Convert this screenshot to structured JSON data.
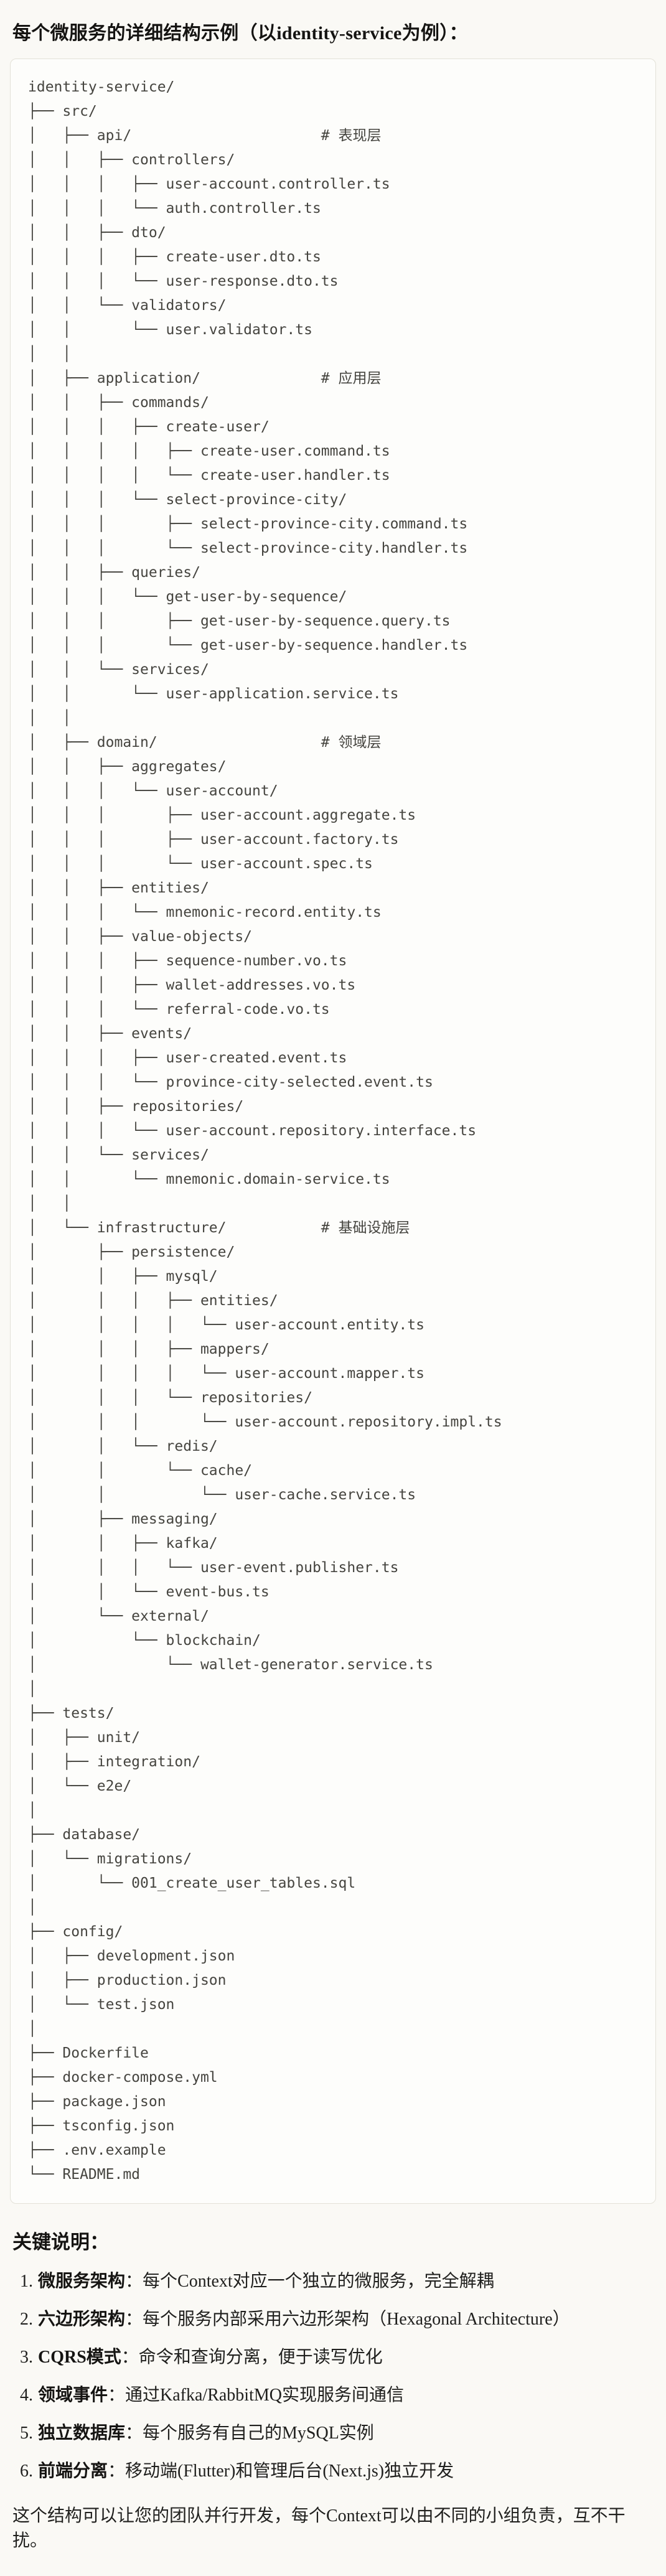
{
  "title": "每个微服务的详细结构示例（以identity-service为例）：",
  "tree": {
    "lines": [
      "identity-service/",
      "├── src/",
      "│   ├── api/                      # 表现层",
      "│   │   ├── controllers/",
      "│   │   │   ├── user-account.controller.ts",
      "│   │   │   └── auth.controller.ts",
      "│   │   ├── dto/",
      "│   │   │   ├── create-user.dto.ts",
      "│   │   │   └── user-response.dto.ts",
      "│   │   └── validators/",
      "│   │       └── user.validator.ts",
      "│   │",
      "│   ├── application/              # 应用层",
      "│   │   ├── commands/",
      "│   │   │   ├── create-user/",
      "│   │   │   │   ├── create-user.command.ts",
      "│   │   │   │   └── create-user.handler.ts",
      "│   │   │   └── select-province-city/",
      "│   │   │       ├── select-province-city.command.ts",
      "│   │   │       └── select-province-city.handler.ts",
      "│   │   ├── queries/",
      "│   │   │   └── get-user-by-sequence/",
      "│   │   │       ├── get-user-by-sequence.query.ts",
      "│   │   │       └── get-user-by-sequence.handler.ts",
      "│   │   └── services/",
      "│   │       └── user-application.service.ts",
      "│   │",
      "│   ├── domain/                   # 领域层",
      "│   │   ├── aggregates/",
      "│   │   │   └── user-account/",
      "│   │   │       ├── user-account.aggregate.ts",
      "│   │   │       ├── user-account.factory.ts",
      "│   │   │       └── user-account.spec.ts",
      "│   │   ├── entities/",
      "│   │   │   └── mnemonic-record.entity.ts",
      "│   │   ├── value-objects/",
      "│   │   │   ├── sequence-number.vo.ts",
      "│   │   │   ├── wallet-addresses.vo.ts",
      "│   │   │   └── referral-code.vo.ts",
      "│   │   ├── events/",
      "│   │   │   ├── user-created.event.ts",
      "│   │   │   └── province-city-selected.event.ts",
      "│   │   ├── repositories/",
      "│   │   │   └── user-account.repository.interface.ts",
      "│   │   └── services/",
      "│   │       └── mnemonic.domain-service.ts",
      "│   │",
      "│   └── infrastructure/           # 基础设施层",
      "│       ├── persistence/",
      "│       │   ├── mysql/",
      "│       │   │   ├── entities/",
      "│       │   │   │   └── user-account.entity.ts",
      "│       │   │   ├── mappers/",
      "│       │   │   │   └── user-account.mapper.ts",
      "│       │   │   └── repositories/",
      "│       │   │       └── user-account.repository.impl.ts",
      "│       │   └── redis/",
      "│       │       └── cache/",
      "│       │           └── user-cache.service.ts",
      "│       ├── messaging/",
      "│       │   ├── kafka/",
      "│       │   │   └── user-event.publisher.ts",
      "│       │   └── event-bus.ts",
      "│       └── external/",
      "│           └── blockchain/",
      "│               └── wallet-generator.service.ts",
      "│",
      "├── tests/",
      "│   ├── unit/",
      "│   ├── integration/",
      "│   └── e2e/",
      "│",
      "├── database/",
      "│   └── migrations/",
      "│       └── 001_create_user_tables.sql",
      "│",
      "├── config/",
      "│   ├── development.json",
      "│   ├── production.json",
      "│   └── test.json",
      "│",
      "├── Dockerfile",
      "├── docker-compose.yml",
      "├── package.json",
      "├── tsconfig.json",
      "├── .env.example",
      "└── README.md"
    ]
  },
  "notes": {
    "heading": "关键说明：",
    "items": [
      {
        "num": "1.",
        "term": "微服务架构",
        "desc": "：每个Context对应一个独立的微服务，完全解耦"
      },
      {
        "num": "2.",
        "term": "六边形架构",
        "desc": "：每个服务内部采用六边形架构（Hexagonal Architecture）"
      },
      {
        "num": "3.",
        "term": "CQRS模式",
        "desc": "：命令和查询分离，便于读写优化"
      },
      {
        "num": "4.",
        "term": "领域事件",
        "desc": "：通过Kafka/RabbitMQ实现服务间通信"
      },
      {
        "num": "5.",
        "term": "独立数据库",
        "desc": "：每个服务有自己的MySQL实例"
      },
      {
        "num": "6.",
        "term": "前端分离",
        "desc": "：移动端(Flutter)和管理后台(Next.js)独立开发"
      }
    ],
    "footer": "这个结构可以让您的团队并行开发，每个Context可以由不同的小组负责，互不干扰。"
  }
}
